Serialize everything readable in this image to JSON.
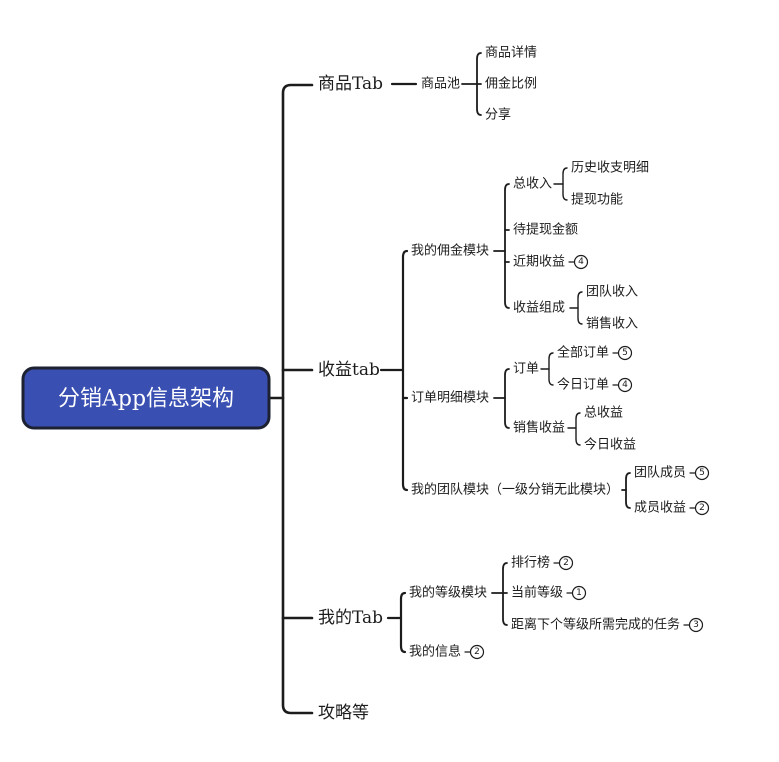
{
  "root": {
    "label": "分销App信息架构"
  },
  "style": {
    "background": "#ffffff",
    "line_color": "#1c1c1c",
    "text_color": "#1c1c1c",
    "root_fill": "#3a4fb2",
    "root_border": "#1d2233",
    "root_text_color": "#ffffff"
  },
  "nodes": {
    "product_tab": {
      "label": "商品Tab"
    },
    "product_pool": {
      "label": "商品池"
    },
    "product_detail": {
      "label": "商品详情"
    },
    "commission_ratio": {
      "label": "佣金比例"
    },
    "share": {
      "label": "分享"
    },
    "income_tab": {
      "label": "收益tab"
    },
    "my_commission_module": {
      "label": "我的佣金模块"
    },
    "total_income": {
      "label": "总收入"
    },
    "history_income_detail": {
      "label": "历史收支明细"
    },
    "withdraw_function": {
      "label": "提现功能"
    },
    "pending_withdraw_amount": {
      "label": "待提现金额"
    },
    "recent_income": {
      "label": "近期收益",
      "badge": "4"
    },
    "income_composition": {
      "label": "收益组成"
    },
    "team_income": {
      "label": "团队收入"
    },
    "sales_income": {
      "label": "销售收入"
    },
    "order_detail_module": {
      "label": "订单明细模块"
    },
    "order": {
      "label": "订单"
    },
    "all_orders": {
      "label": "全部订单",
      "badge": "5"
    },
    "today_orders": {
      "label": "今日订单",
      "badge": "4"
    },
    "sales_revenue": {
      "label": "销售收益"
    },
    "total_revenue": {
      "label": "总收益"
    },
    "today_revenue": {
      "label": "今日收益"
    },
    "my_team_module": {
      "label": "我的团队模块（一级分销无此模块）"
    },
    "team_members": {
      "label": "团队成员",
      "badge": "5"
    },
    "member_income": {
      "label": "成员收益",
      "badge": "2"
    },
    "my_tab": {
      "label": "我的Tab"
    },
    "my_level_module": {
      "label": "我的等级模块"
    },
    "ranking": {
      "label": "排行榜",
      "badge": "2"
    },
    "current_level": {
      "label": "当前等级",
      "badge": "1"
    },
    "next_level_tasks": {
      "label": "距离下个等级所需完成的任务",
      "badge": "3"
    },
    "my_info": {
      "label": "我的信息",
      "badge": "2"
    },
    "guide": {
      "label": "攻略等"
    }
  }
}
